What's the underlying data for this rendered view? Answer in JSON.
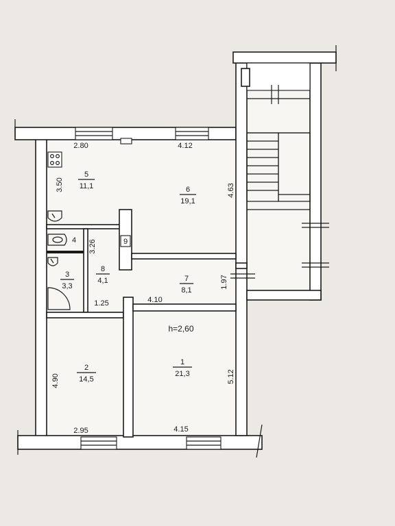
{
  "ceiling_height": "h=2,60",
  "rooms": [
    {
      "id": "1",
      "number": "1",
      "area": "21,3"
    },
    {
      "id": "2",
      "number": "2",
      "area": "14,5"
    },
    {
      "id": "3",
      "number": "3",
      "area": "3,3"
    },
    {
      "id": "4",
      "number": "4",
      "area": ""
    },
    {
      "id": "5",
      "number": "5",
      "area": "11,1"
    },
    {
      "id": "6",
      "number": "6",
      "area": "19,1"
    },
    {
      "id": "7",
      "number": "7",
      "area": "8,1"
    },
    {
      "id": "8",
      "number": "8",
      "area": "4,1"
    },
    {
      "id": "9",
      "number": "9",
      "area": ""
    }
  ],
  "dimensions": {
    "top_left": "2.80",
    "top_right": "4.12",
    "room5_height": "3.50",
    "room6_height": "4.63",
    "room8_height": "3.26",
    "corridor_width": "4.10",
    "room8_width": "1.25",
    "corridor_height": "1.97",
    "room2_height": "4.90",
    "room1_height": "5.12",
    "bottom_left": "2.95",
    "bottom_right": "4.15"
  },
  "colors": {
    "paper": "#ece9e4",
    "line": "#1a1a1a",
    "wall_fill": "#ffffff"
  },
  "icons": [
    "stove-icon",
    "toilet-icon",
    "sink-icon",
    "bathtub-icon"
  ]
}
